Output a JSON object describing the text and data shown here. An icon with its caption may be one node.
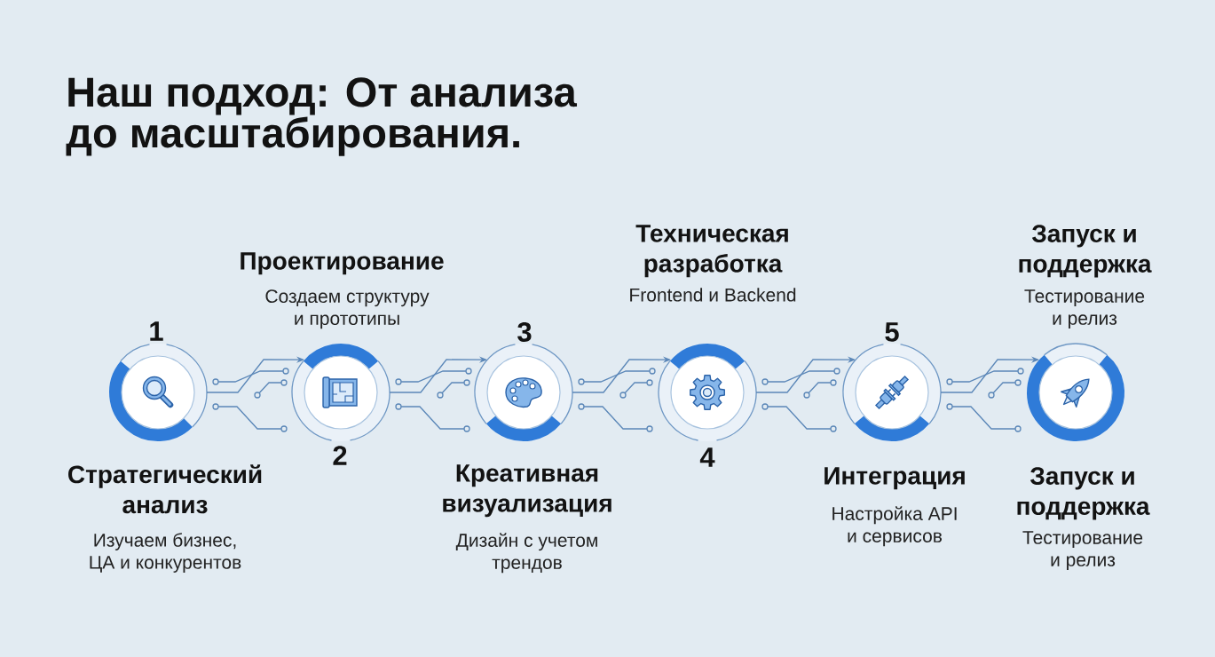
{
  "diagram": {
    "title": "Наш подход: От анализа до масштабирования.",
    "nodes": [
      {
        "text": [
          "Стратегический анализ",
          "Изучаем бизнес, ЦА и конкурентов"
        ],
        "beside": [
          "1"
        ]
      },
      {
        "text": [
          "Проектирование",
          "Создаем структуру и прототипы"
        ],
        "beside": [
          "2"
        ]
      },
      {
        "text": [
          "Креативная визуализация",
          "Дизайн с учетом трендов"
        ],
        "beside": [
          "3"
        ]
      },
      {
        "text": [
          "Техническая разработка",
          "Frontend и Backend"
        ],
        "beside": [
          "4"
        ]
      },
      {
        "text": [
          "Интеграция",
          "Настройка API и сервисов"
        ],
        "beside": [
          "5"
        ]
      },
      {
        "text": [
          "Запуск и поддержка",
          "Тестирование и релиз",
          "Запуск и поддержка",
          "Тестирование и релиз"
        ]
      }
    ],
    "edges": [
      {
        "from": 0,
        "to": 1,
        "arrow": "to"
      },
      {
        "from": 1,
        "to": 2,
        "arrow": "to"
      },
      {
        "from": 2,
        "to": 3,
        "arrow": "to"
      },
      {
        "from": 3,
        "to": 4,
        "arrow": "to"
      },
      {
        "from": 4,
        "to": 5,
        "arrow": "to"
      }
    ]
  }
}
